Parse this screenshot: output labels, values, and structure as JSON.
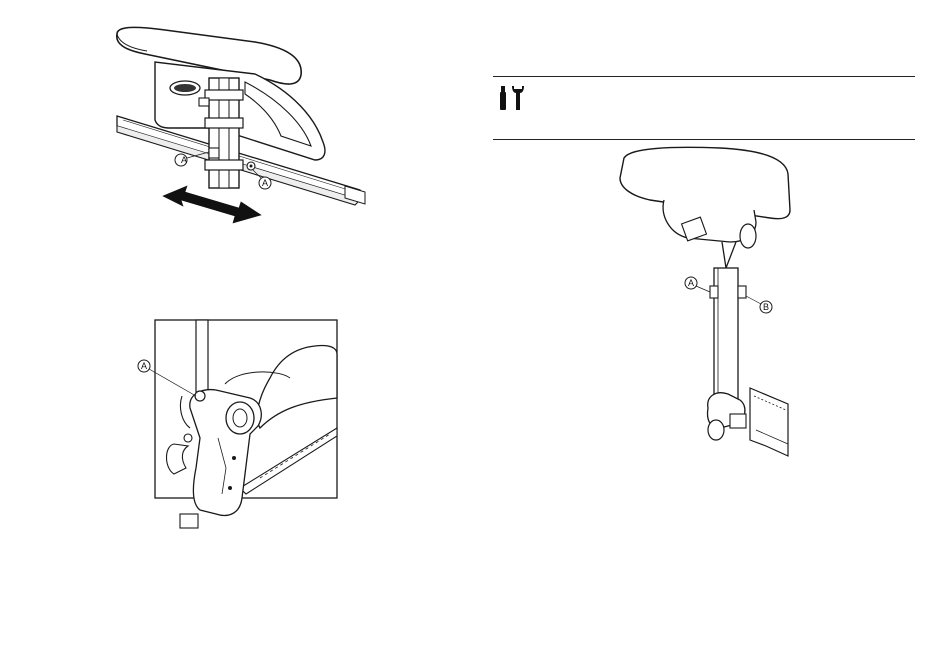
{
  "figures": {
    "armrest_rail": {
      "callouts": [
        "A",
        "A"
      ]
    },
    "clamp_detail": {
      "callouts": [
        "A"
      ]
    },
    "seat_post": {
      "callouts": [
        "A",
        "B"
      ]
    }
  },
  "tool_note": {
    "icon": "screwdriver-wrench-icon",
    "text": ""
  },
  "colors": {
    "ink": "#1a1a1a",
    "paper": "#ffffff",
    "shade": "#e8e8e8"
  }
}
